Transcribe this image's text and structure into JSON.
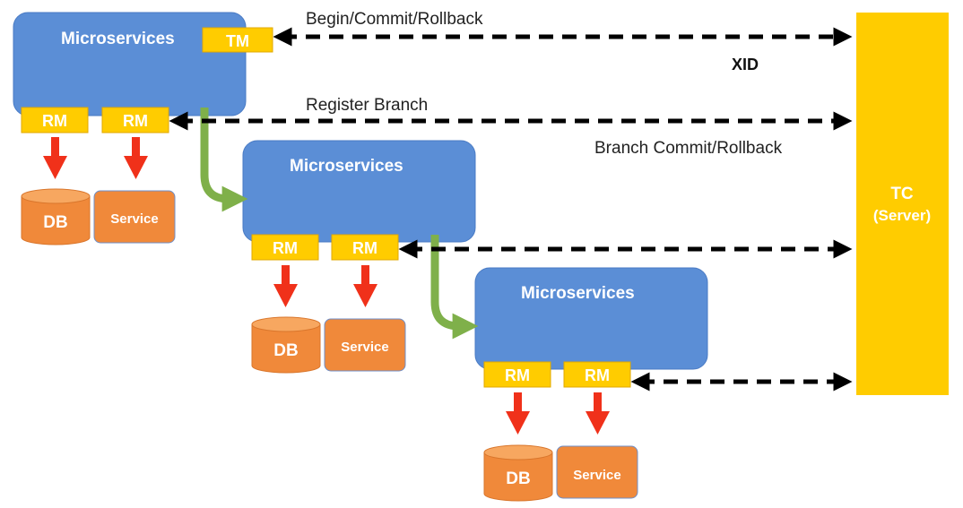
{
  "labels": {
    "begin_commit_rollback": "Begin/Commit/Rollback",
    "xid": "XID",
    "register_branch": "Register Branch",
    "branch_commit_rollback": "Branch Commit/Rollback"
  },
  "tc": {
    "title": "TC",
    "subtitle": "(Server)"
  },
  "tm_label": "TM",
  "rm_label": "RM",
  "db_label": "DB",
  "service_label": "Service",
  "microservice_label": "Microservices",
  "tiers": [
    {
      "name": "Microservices",
      "has_tm": true,
      "rm": [
        "RM",
        "RM"
      ],
      "db": "DB",
      "service": "Service"
    },
    {
      "name": "Microservices",
      "has_tm": false,
      "rm": [
        "RM",
        "RM"
      ],
      "db": "DB",
      "service": "Service"
    },
    {
      "name": "Microservices",
      "has_tm": false,
      "rm": [
        "RM",
        "RM"
      ],
      "db": "DB",
      "service": "Service"
    }
  ],
  "colors": {
    "microservice_fill": "#5b8ed6",
    "microservice_stroke": "#3f6fb8",
    "label_fill": "#ffcc00",
    "label_stroke": "#e0a800",
    "tc_fill": "#ffcc00",
    "db_fill": "#f0893a",
    "red_arrow": "#f0311a",
    "green_arrow": "#7fb04a",
    "dashed_arrow": "#000000",
    "white_text": "#ffffff",
    "dark_text": "#222222"
  }
}
